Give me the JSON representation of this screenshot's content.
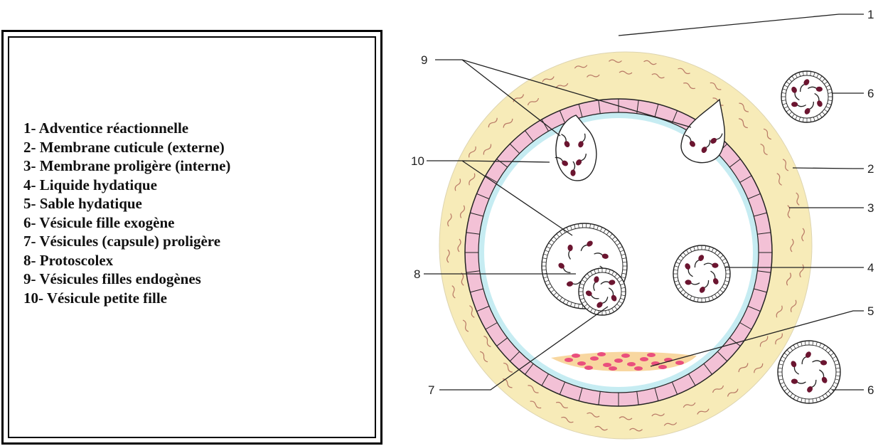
{
  "legend": {
    "items": [
      "1- Adventice réactionnelle",
      "2- Membrane cuticule (externe)",
      "3- Membrane proligère (interne)",
      "4- Liquide hydatique",
      "5- Sable hydatique",
      "6- Vésicule fille exogène",
      "7- Vésicules (capsule) proligère",
      "8- Protoscolex",
      "9- Vésicules filles endogènes",
      "10- Vésicule petite fille"
    ]
  },
  "diagram": {
    "labels": {
      "l1": "1",
      "l2": "2",
      "l3": "3",
      "l4": "4",
      "l5": "5",
      "l6a": "6",
      "l6b": "6",
      "l7": "7",
      "l8": "8",
      "l9": "9",
      "l10": "10"
    },
    "colors": {
      "adventitia": "#f7ebb8",
      "cuticle": "#f3c1d6",
      "germinal": "#c6ecf2",
      "fibers": "#b97a66",
      "sand": "#ea4f7d",
      "scolex": "#6b1530",
      "outline": "#222222"
    }
  }
}
